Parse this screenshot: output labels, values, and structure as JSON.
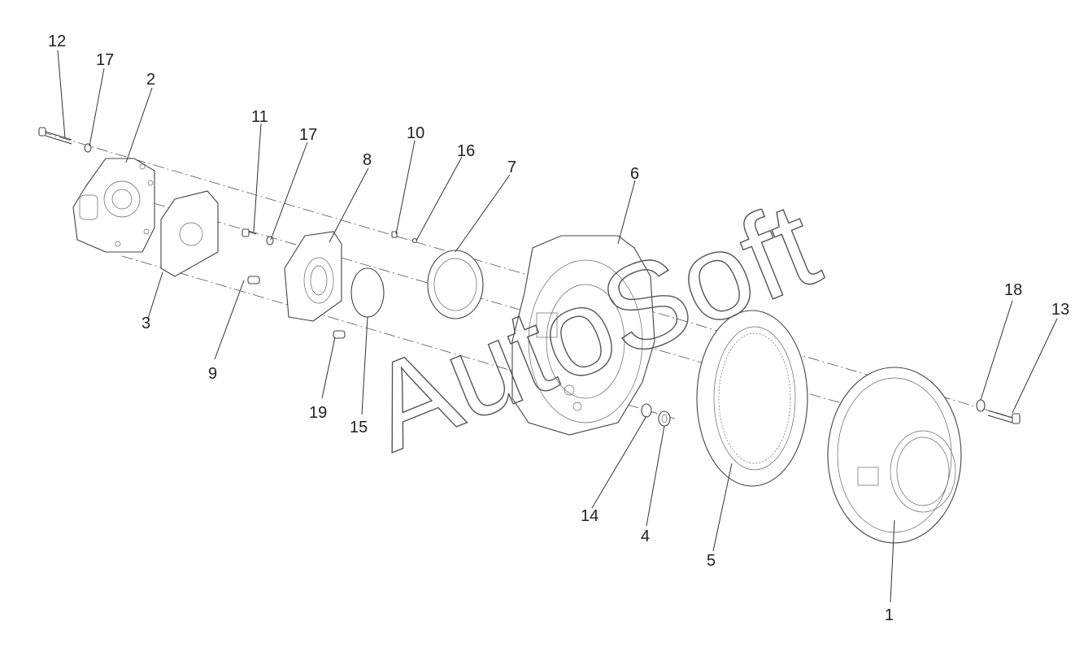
{
  "watermark": "AutoSoft",
  "callouts": [
    {
      "id": "c1",
      "text": "1"
    },
    {
      "id": "c2",
      "text": "2"
    },
    {
      "id": "c3",
      "text": "3"
    },
    {
      "id": "c4",
      "text": "4"
    },
    {
      "id": "c5",
      "text": "5"
    },
    {
      "id": "c6",
      "text": "6"
    },
    {
      "id": "c7",
      "text": "7"
    },
    {
      "id": "c8",
      "text": "8"
    },
    {
      "id": "c9",
      "text": "9"
    },
    {
      "id": "c10",
      "text": "10"
    },
    {
      "id": "c11",
      "text": "11"
    },
    {
      "id": "c12",
      "text": "12"
    },
    {
      "id": "c13",
      "text": "13"
    },
    {
      "id": "c14",
      "text": "14"
    },
    {
      "id": "c15",
      "text": "15"
    },
    {
      "id": "c16",
      "text": "16"
    },
    {
      "id": "c17a",
      "text": "17"
    },
    {
      "id": "c17b",
      "text": "17"
    },
    {
      "id": "c18",
      "text": "18"
    },
    {
      "id": "c19",
      "text": "19"
    }
  ]
}
